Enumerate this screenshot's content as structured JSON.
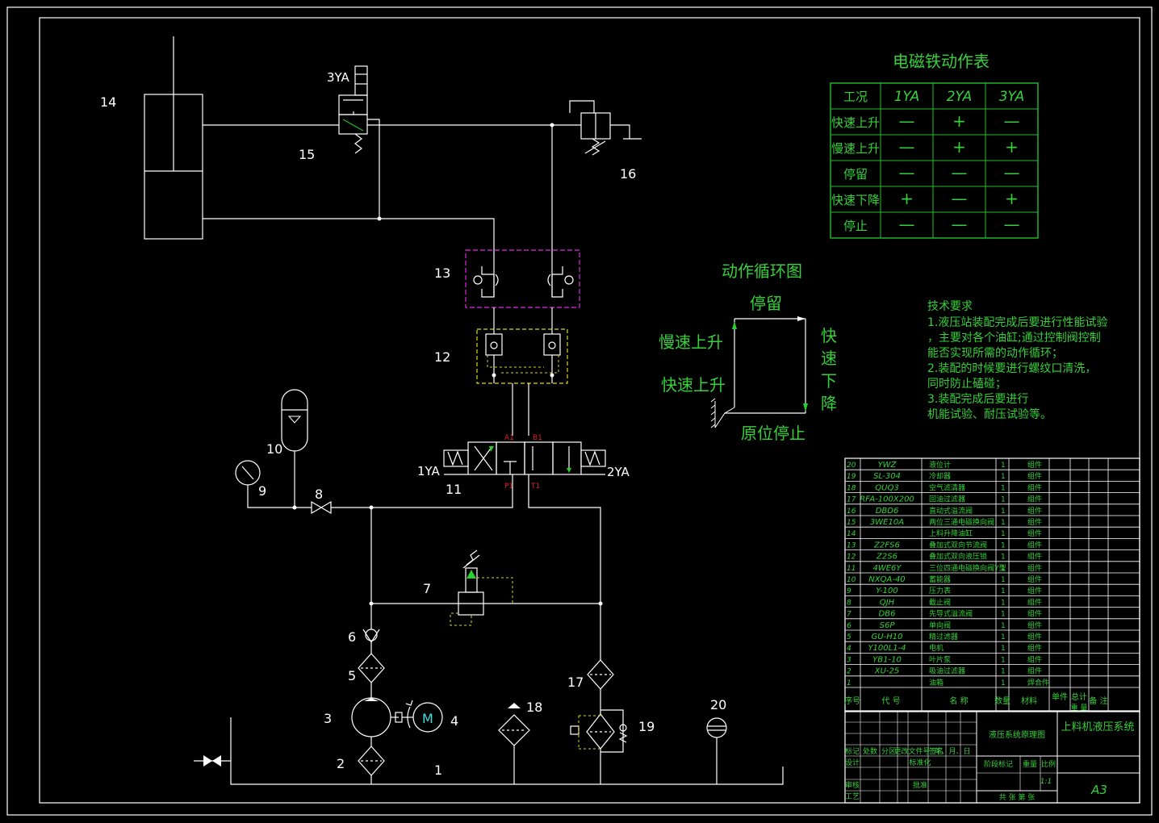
{
  "component_numbers": {
    "n1": "1",
    "n2": "2",
    "n3": "3",
    "n4": "4",
    "n5": "5",
    "n6": "6",
    "n7": "7",
    "n8": "8",
    "n9": "9",
    "n10": "10",
    "n11": "11",
    "n12": "12",
    "n13": "13",
    "n14": "14",
    "n15": "15",
    "n16": "16",
    "n17": "17",
    "n18": "18",
    "n19": "19",
    "n20": "20"
  },
  "solenoid_labels": {
    "ya1": "1YA",
    "ya2": "2YA",
    "ya3": "3YA"
  },
  "motor_symbol": "M",
  "port_labels": {
    "a1": "A1",
    "b1": "B1",
    "p1": "P1",
    "t1": "T1"
  },
  "solenoid_table": {
    "title": "电磁铁动作表",
    "headers": [
      "工况",
      "1YA",
      "2YA",
      "3YA"
    ],
    "rows": [
      [
        "快速上升",
        "—",
        "+",
        "—"
      ],
      [
        "慢速上升",
        "—",
        "+",
        "+"
      ],
      [
        "停留",
        "—",
        "—",
        "—"
      ],
      [
        "快速下降",
        "+",
        "—",
        "+"
      ],
      [
        "停止",
        "—",
        "—",
        "—"
      ]
    ]
  },
  "cycle_diagram": {
    "title": "动作循环图",
    "labels": {
      "dwell": "停留",
      "slow_up": "慢速上升",
      "fast_up": "快速上升",
      "fast_down": "快速下降",
      "home_stop": "原位停止"
    }
  },
  "tech_requirements": {
    "title": "技术要求",
    "lines": [
      "1.液压站装配完成后要进行性能试验",
      "，主要对各个油缸;通过控制阀控制",
      "能否实现所需的动作循环；",
      "2.装配的时候要进行螺纹口清洗，",
      "同时防止磕碰；",
      "3.装配完成后要进行",
      "机能试验、耐压试验等。"
    ]
  },
  "bom": {
    "rows": [
      [
        "20",
        "YWZ",
        "液位计",
        "1",
        "",
        "组件"
      ],
      [
        "19",
        "SL-304",
        "冷却器",
        "1",
        "",
        "组件"
      ],
      [
        "18",
        "QUQ3",
        "空气滤清器",
        "1",
        "",
        "组件"
      ],
      [
        "17",
        "RFA-100X200",
        "回油过滤器",
        "1",
        "",
        "组件"
      ],
      [
        "16",
        "DBD6",
        "直动式溢流阀",
        "1",
        "",
        "组件"
      ],
      [
        "15",
        "3WE10A",
        "两位三通电磁换向阀",
        "1",
        "",
        "组件"
      ],
      [
        "14",
        "",
        "上料升降油缸",
        "1",
        "",
        "组件"
      ],
      [
        "13",
        "Z2FS6",
        "叠加式双向节流阀",
        "1",
        "",
        "组件"
      ],
      [
        "12",
        "Z2S6",
        "叠加式双向液压锁",
        "1",
        "",
        "组件"
      ],
      [
        "11",
        "4WE6Y",
        "三位四通电磁换向阀Y型",
        "1",
        "",
        "组件"
      ],
      [
        "10",
        "NXQA-40",
        "蓄能器",
        "1",
        "",
        "组件"
      ],
      [
        "9",
        "Y-100",
        "压力表",
        "1",
        "",
        "组件"
      ],
      [
        "8",
        "QJH",
        "截止阀",
        "1",
        "",
        "组件"
      ],
      [
        "7",
        "DB6",
        "先导式溢流阀",
        "1",
        "",
        "组件"
      ],
      [
        "6",
        "S6P",
        "单向阀",
        "1",
        "",
        "组件"
      ],
      [
        "5",
        "GU-H10",
        "精过滤器",
        "1",
        "",
        "组件"
      ],
      [
        "4",
        "Y100L1-4",
        "电机",
        "1",
        "",
        "组件"
      ],
      [
        "3",
        "YB1-10",
        "叶片泵",
        "1",
        "",
        "组件"
      ],
      [
        "2",
        "XU-25",
        "吸油过滤器",
        "1",
        "",
        "组件"
      ],
      [
        "1",
        "",
        "油箱",
        "1",
        "",
        "焊合件"
      ]
    ],
    "header": [
      "序号",
      "代 号",
      "名 称",
      "数量",
      "材料",
      "单件",
      "总计",
      "备 注"
    ],
    "header_sub": "重 量"
  },
  "title_block": {
    "drawing_name": "液压系统原理图",
    "project_name": "上料机液压系统",
    "sheet_size": "A3",
    "scale": "1:1",
    "row_labels": [
      "标记",
      "处数",
      "分区",
      "更改文件号",
      "签名",
      "年、月、日"
    ],
    "design": "设计",
    "standardize": "标准化",
    "review": "审核",
    "process": "工艺",
    "approve": "批准",
    "stage_mark": "阶段标记",
    "weight": "重量",
    "ratio": "比例",
    "sheets": "共  张  第  张"
  },
  "colors": {
    "line": "#ffffff",
    "green": "#22c02a",
    "yellow": "#d8d820",
    "magenta": "#c020c0",
    "red": "#e02020",
    "cyan": "#40e0e0"
  }
}
